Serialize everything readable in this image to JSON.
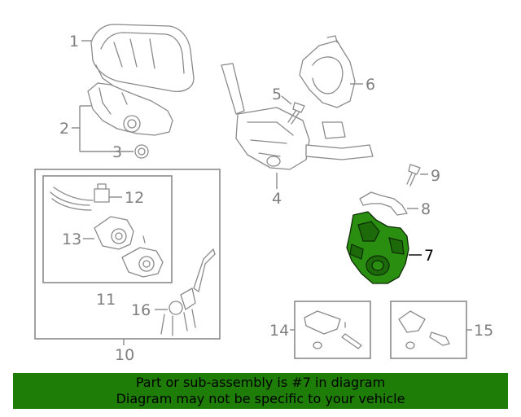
{
  "callouts": {
    "c1": "1",
    "c2": "2",
    "c3": "3",
    "c4": "4",
    "c5": "5",
    "c6": "6",
    "c7": "7",
    "c8": "8",
    "c9": "9",
    "c10": "10",
    "c11": "11",
    "c12": "12",
    "c13": "13",
    "c14": "14",
    "c15": "15",
    "c16": "16"
  },
  "highlight_color": "#2a8f10",
  "banner": {
    "background": "#1e7d07",
    "line1": "Part or sub-assembly is #7 in diagram",
    "line2": "Diagram may not be specific to your vehicle"
  }
}
